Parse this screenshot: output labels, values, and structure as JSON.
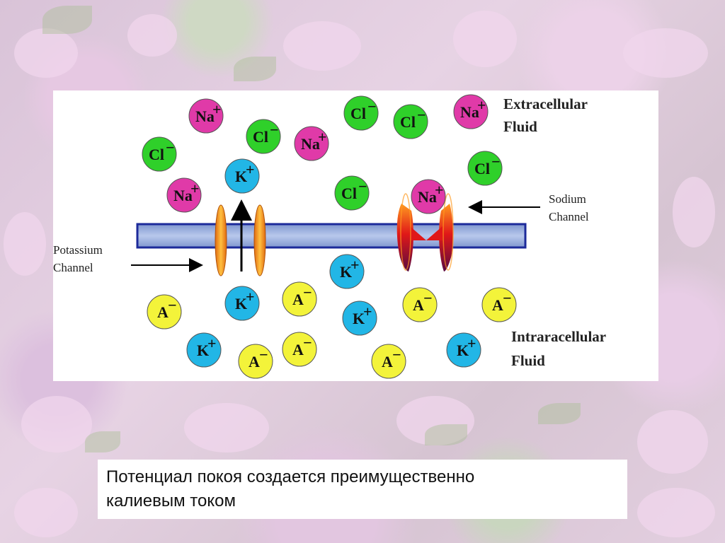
{
  "diagram": {
    "labels": {
      "extracellular_line1": "Extracellular",
      "extracellular_line2": "Fluid",
      "intracellular_line1": "Intraracellular",
      "intracellular_line2": "Fluid",
      "sodium_line1": "Sodium",
      "sodium_line2": "Channel",
      "potassium_line1": "Potassium",
      "potassium_line2": "Channel"
    },
    "ions": {
      "na": "Na",
      "cl": "Cl",
      "k": "K",
      "a": "A",
      "plus": "+",
      "minus": "−"
    },
    "colors": {
      "na": "#e03aa8",
      "cl": "#2fd02a",
      "k": "#22b6e6",
      "a": "#f3f33a",
      "membrane": "#8fa6d8",
      "membrane_edge": "#1c2a9a",
      "potassium_channel": "#f0a020",
      "sodium_channel": "#d01810"
    }
  },
  "caption": {
    "line1": "Потенциал покоя создается преимущественно",
    "line2": "калиевым током"
  }
}
